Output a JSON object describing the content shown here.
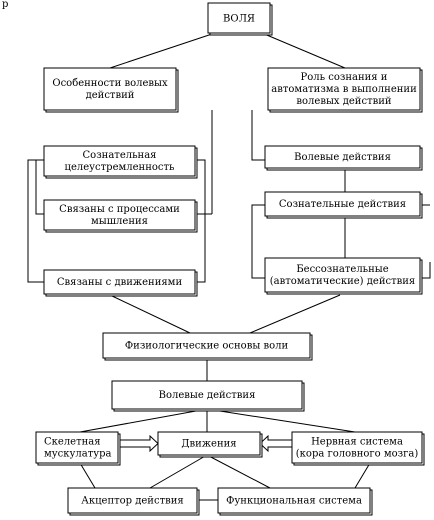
{
  "corner_mark": "р",
  "nodes": {
    "volya": "ВОЛЯ",
    "osobennosti": [
      "Особенности волевых",
      "действий"
    ],
    "rol": [
      "Роль сознания и",
      "автоматизма в выполнении",
      "волевых действий"
    ],
    "soznatelnaya": [
      "Сознательная",
      "целеустремленность"
    ],
    "svyazany_myshl": [
      "Связаны с процессами",
      "мышления"
    ],
    "svyazany_dvizh": [
      "Связаны с движениями"
    ],
    "volevye_top": [
      "Волевые действия"
    ],
    "soznatelnye": [
      "Сознательные действия"
    ],
    "bessoznatelnye": [
      "Бессознательные",
      "(автоматические) действия"
    ],
    "fiziol": [
      "Физиологические основы воли"
    ],
    "volevye_bottom": [
      "Волевые действия"
    ],
    "skeletnaya": [
      "Скелетная",
      "мускулатура"
    ],
    "dvizheniya": [
      "Движения"
    ],
    "nervnaya": [
      "Нервная система",
      "(кора головного мозга)"
    ],
    "akceptor": [
      "Акцептор действия"
    ],
    "funkc": [
      "Функциональная система"
    ]
  }
}
